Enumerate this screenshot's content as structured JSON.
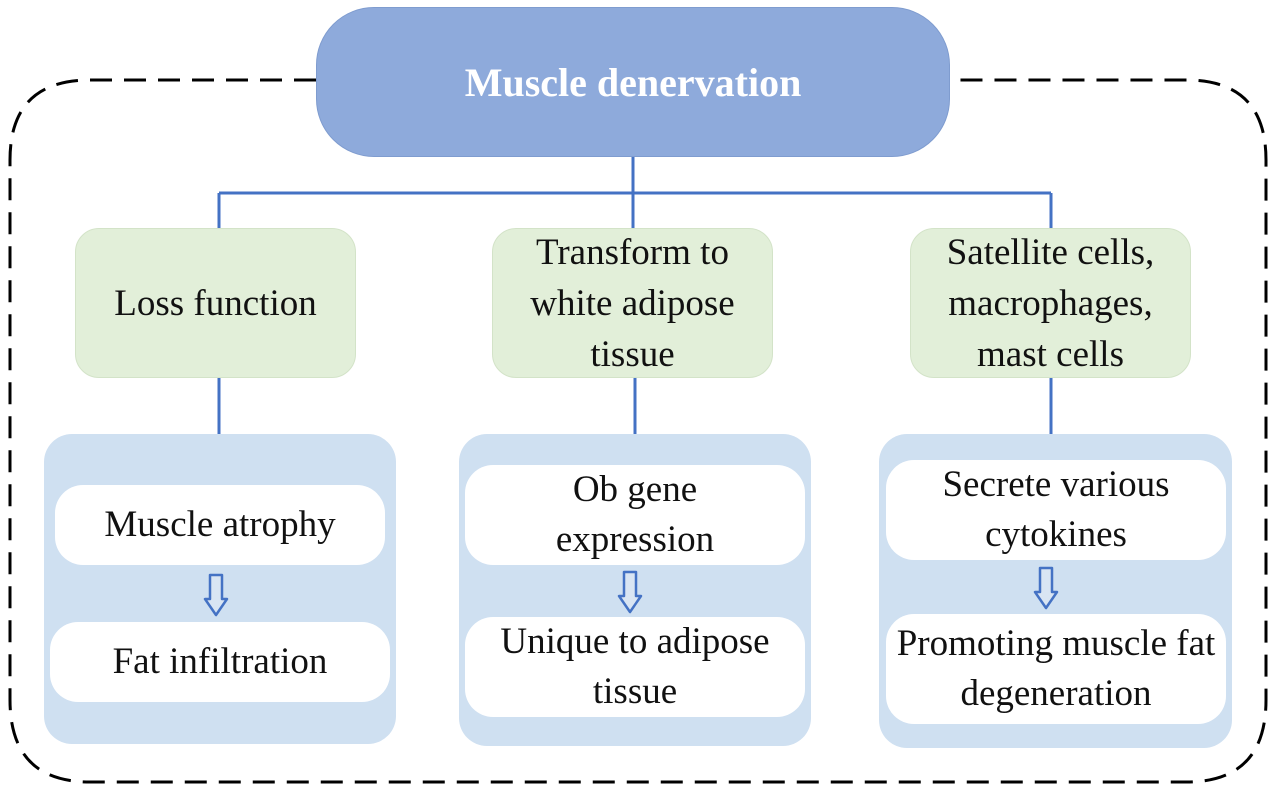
{
  "root": {
    "label": "Muscle denervation"
  },
  "branches": [
    {
      "category": "Loss function",
      "steps": [
        "Muscle atrophy",
        "Fat infiltration"
      ]
    },
    {
      "category": "Transform to white adipose tissue",
      "steps": [
        "Ob gene expression",
        "Unique to adipose tissue"
      ]
    },
    {
      "category": "Satellite cells, macrophages, mast cells",
      "steps": [
        "Secrete various cytokines",
        "Promoting muscle fat degeneration"
      ]
    }
  ],
  "colors": {
    "root_fill": "#8eaadb",
    "connector": "#4472c4",
    "category_fill": "#e2efd9",
    "panel_fill": "#cfe0f1",
    "step_fill": "#ffffff",
    "dashed_border": "#000000"
  },
  "icons": {
    "step_arrow": "down-arrow-icon"
  }
}
